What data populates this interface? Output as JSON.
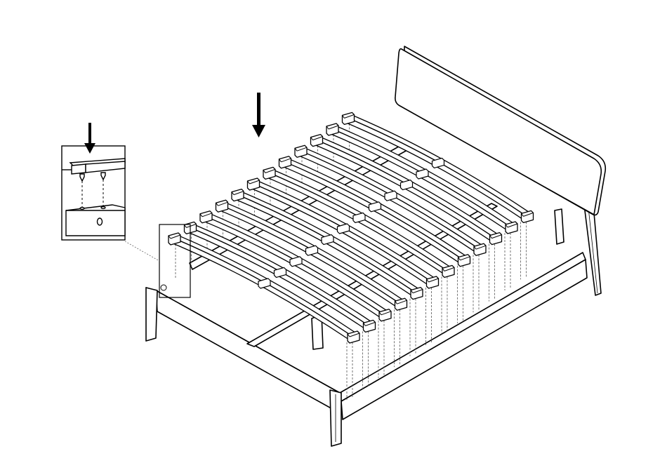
{
  "diagram": {
    "kind": "assembly-instruction",
    "subject": "bed-frame-slat-installation",
    "slat_count": 12,
    "arrows": [
      "main-downward-arrow",
      "inset-downward-arrow"
    ],
    "inset": {
      "shows": "slat-end-peg-into-side-rail-detail",
      "pegs": 2
    },
    "colors": {
      "line": "#000000",
      "fill": "#ffffff",
      "guide": "#555555"
    }
  }
}
